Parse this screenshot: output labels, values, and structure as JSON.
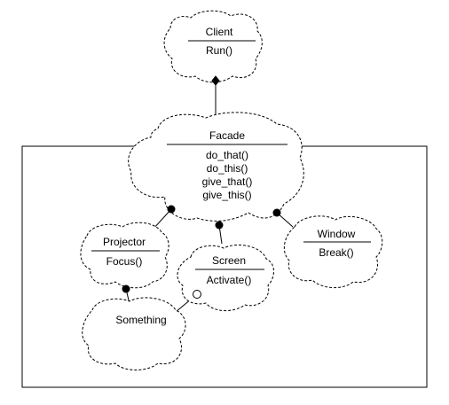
{
  "client": {
    "name": "Client",
    "operation": "Run()"
  },
  "facade": {
    "name": "Facade",
    "operations": [
      "do_that()",
      "do_this()",
      "give_that()",
      "give_this()"
    ]
  },
  "projector": {
    "name": "Projector",
    "operation": "Focus()"
  },
  "screen": {
    "name": "Screen",
    "operation": "Activate()"
  },
  "window": {
    "name": "Window",
    "operation": "Break()"
  },
  "something": {
    "name": "Something"
  },
  "colors": {
    "line": "#000000",
    "background": "#ffffff"
  }
}
